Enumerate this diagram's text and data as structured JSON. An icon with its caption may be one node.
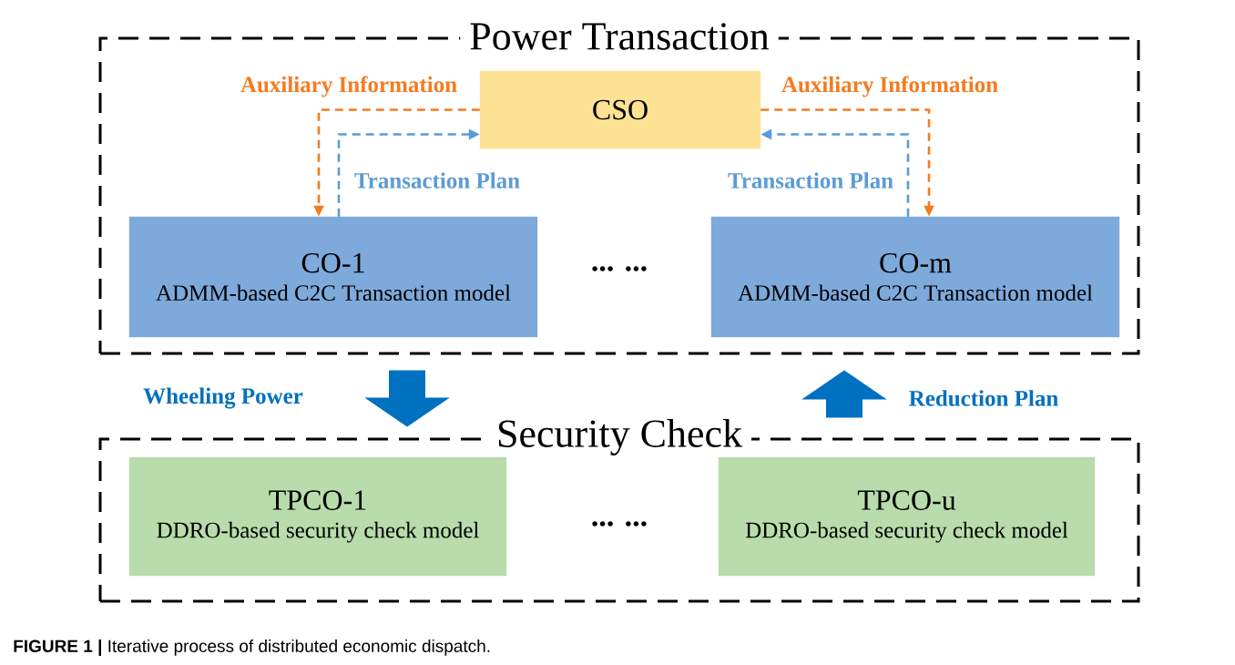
{
  "diagram": {
    "caption": "**FIGURE 1 |** Iterative process of distributed economic dispatch.",
    "nodes": [
      {
        "text": [
          "Power Transaction"
        ]
      },
      {
        "text": [
          "CSO"
        ],
        "in": 0
      },
      {
        "text": [
          "CO-1",
          "ADMM-based C2C Transaction model"
        ],
        "in": 0
      },
      {
        "text": [
          "CO-m",
          "ADMM-based C2C Transaction model"
        ],
        "in": 0
      },
      {
        "text": [
          "Security Check"
        ]
      },
      {
        "text": [
          "TPCO-1",
          "DDRO-based security check model"
        ],
        "in": 4
      },
      {
        "text": [
          "TPCO-u",
          "DDRO-based security check model"
        ],
        "in": 4
      }
    ],
    "edges": [
      {
        "from": 1,
        "to": 2,
        "arrow": "to",
        "label": "Auxiliary Information",
        "style": "dashed",
        "color": "#f47b20"
      },
      {
        "from": 2,
        "to": 1,
        "arrow": "to",
        "label": "Transaction Plan",
        "style": "dashed",
        "color": "#5b9bd5"
      },
      {
        "from": 1,
        "to": 3,
        "arrow": "to",
        "label": "Auxiliary Information",
        "style": "dashed",
        "color": "#f47b20"
      },
      {
        "from": 3,
        "to": 1,
        "arrow": "to",
        "label": "Transaction Plan",
        "style": "dashed",
        "color": "#5b9bd5"
      },
      {
        "from": 0,
        "to": 4,
        "arrow": "to",
        "label": "Wheeling Power",
        "style": "thick",
        "color": "#0070c0"
      },
      {
        "from": 4,
        "to": 0,
        "arrow": "to",
        "label": "Reduction Plan",
        "style": "thick",
        "color": "#0070c0"
      }
    ],
    "labels": [
      "... ...",
      "... ..."
    ]
  }
}
